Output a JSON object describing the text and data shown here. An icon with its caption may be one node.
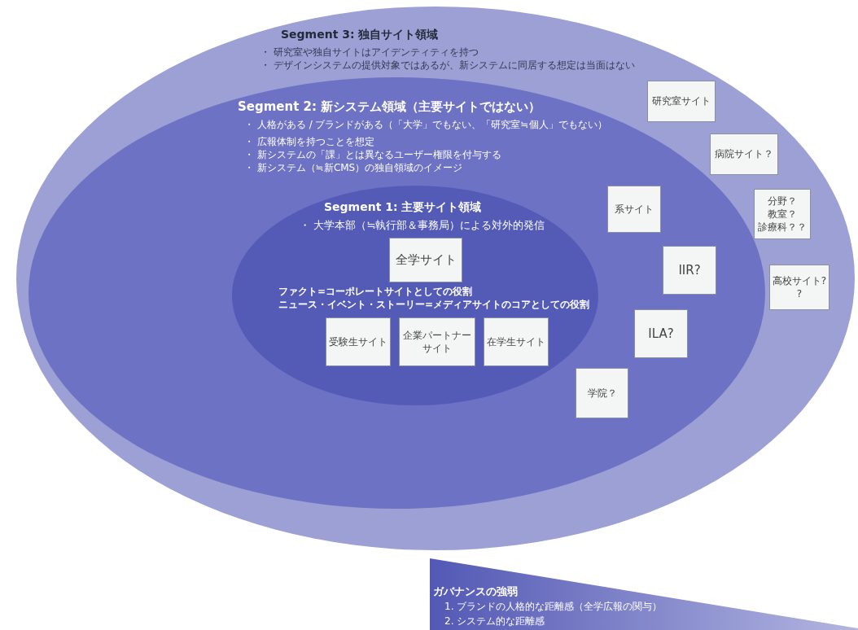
{
  "diagram": {
    "nodes": [
      {
        "text": [
          "Segment 3: 独自サイト領域",
          "・ 研究室や独自サイトはアイデンティティを持つ",
          "・ デザインシステムの提供対象ではあるが、新システムに同居する想定は当面はない"
        ]
      },
      {
        "text": [
          "Segment 2: 新システム領域（主要サイトではない）",
          "・ 人格がある / ブランドがある（「大学」でもない、「研究室≒個人」でもない）",
          "・ 広報体制を持つことを想定",
          "・ 新システムの「課」とは異なるユーザー権限を付与する",
          "・ 新システム（≒新CMS）の独自領域のイメージ"
        ],
        "in": 0
      },
      {
        "text": [
          "Segment 1: 主要サイト領域",
          "・ 大学本部（≒執行部＆事務局）による対外的発信",
          "ファクト=コーポレートサイトとしての役割",
          "ニュース・イベント・ストーリー=メディアサイトのコアとしての役割"
        ],
        "in": 1
      },
      {
        "text": [
          "全学サイト"
        ],
        "in": 2
      },
      {
        "text": [
          "受験生サイト"
        ],
        "in": 2
      },
      {
        "text": [
          "企業パートナーサイト"
        ],
        "in": 2
      },
      {
        "text": [
          "在学生サイト"
        ],
        "in": 2
      },
      {
        "text": [
          "研究室サイト"
        ],
        "in": 0
      },
      {
        "text": [
          "病院サイト？"
        ],
        "in": 0
      },
      {
        "text": [
          "系サイト"
        ],
        "in": 1
      },
      {
        "text": [
          "分野？",
          "教室？",
          "診療科？？"
        ],
        "in": 0
      },
      {
        "text": [
          "IIR?"
        ],
        "in": 1
      },
      {
        "text": [
          "高校サイト? ?"
        ],
        "in": 0
      },
      {
        "text": [
          "ILA?"
        ],
        "in": 1
      },
      {
        "text": [
          "学院？"
        ],
        "in": 1
      },
      {
        "text": [
          "ガバナンスの強弱",
          "1. ブランドの人格的な距離感（全学広報の関与）",
          "2. システム的な距離感"
        ]
      }
    ]
  }
}
